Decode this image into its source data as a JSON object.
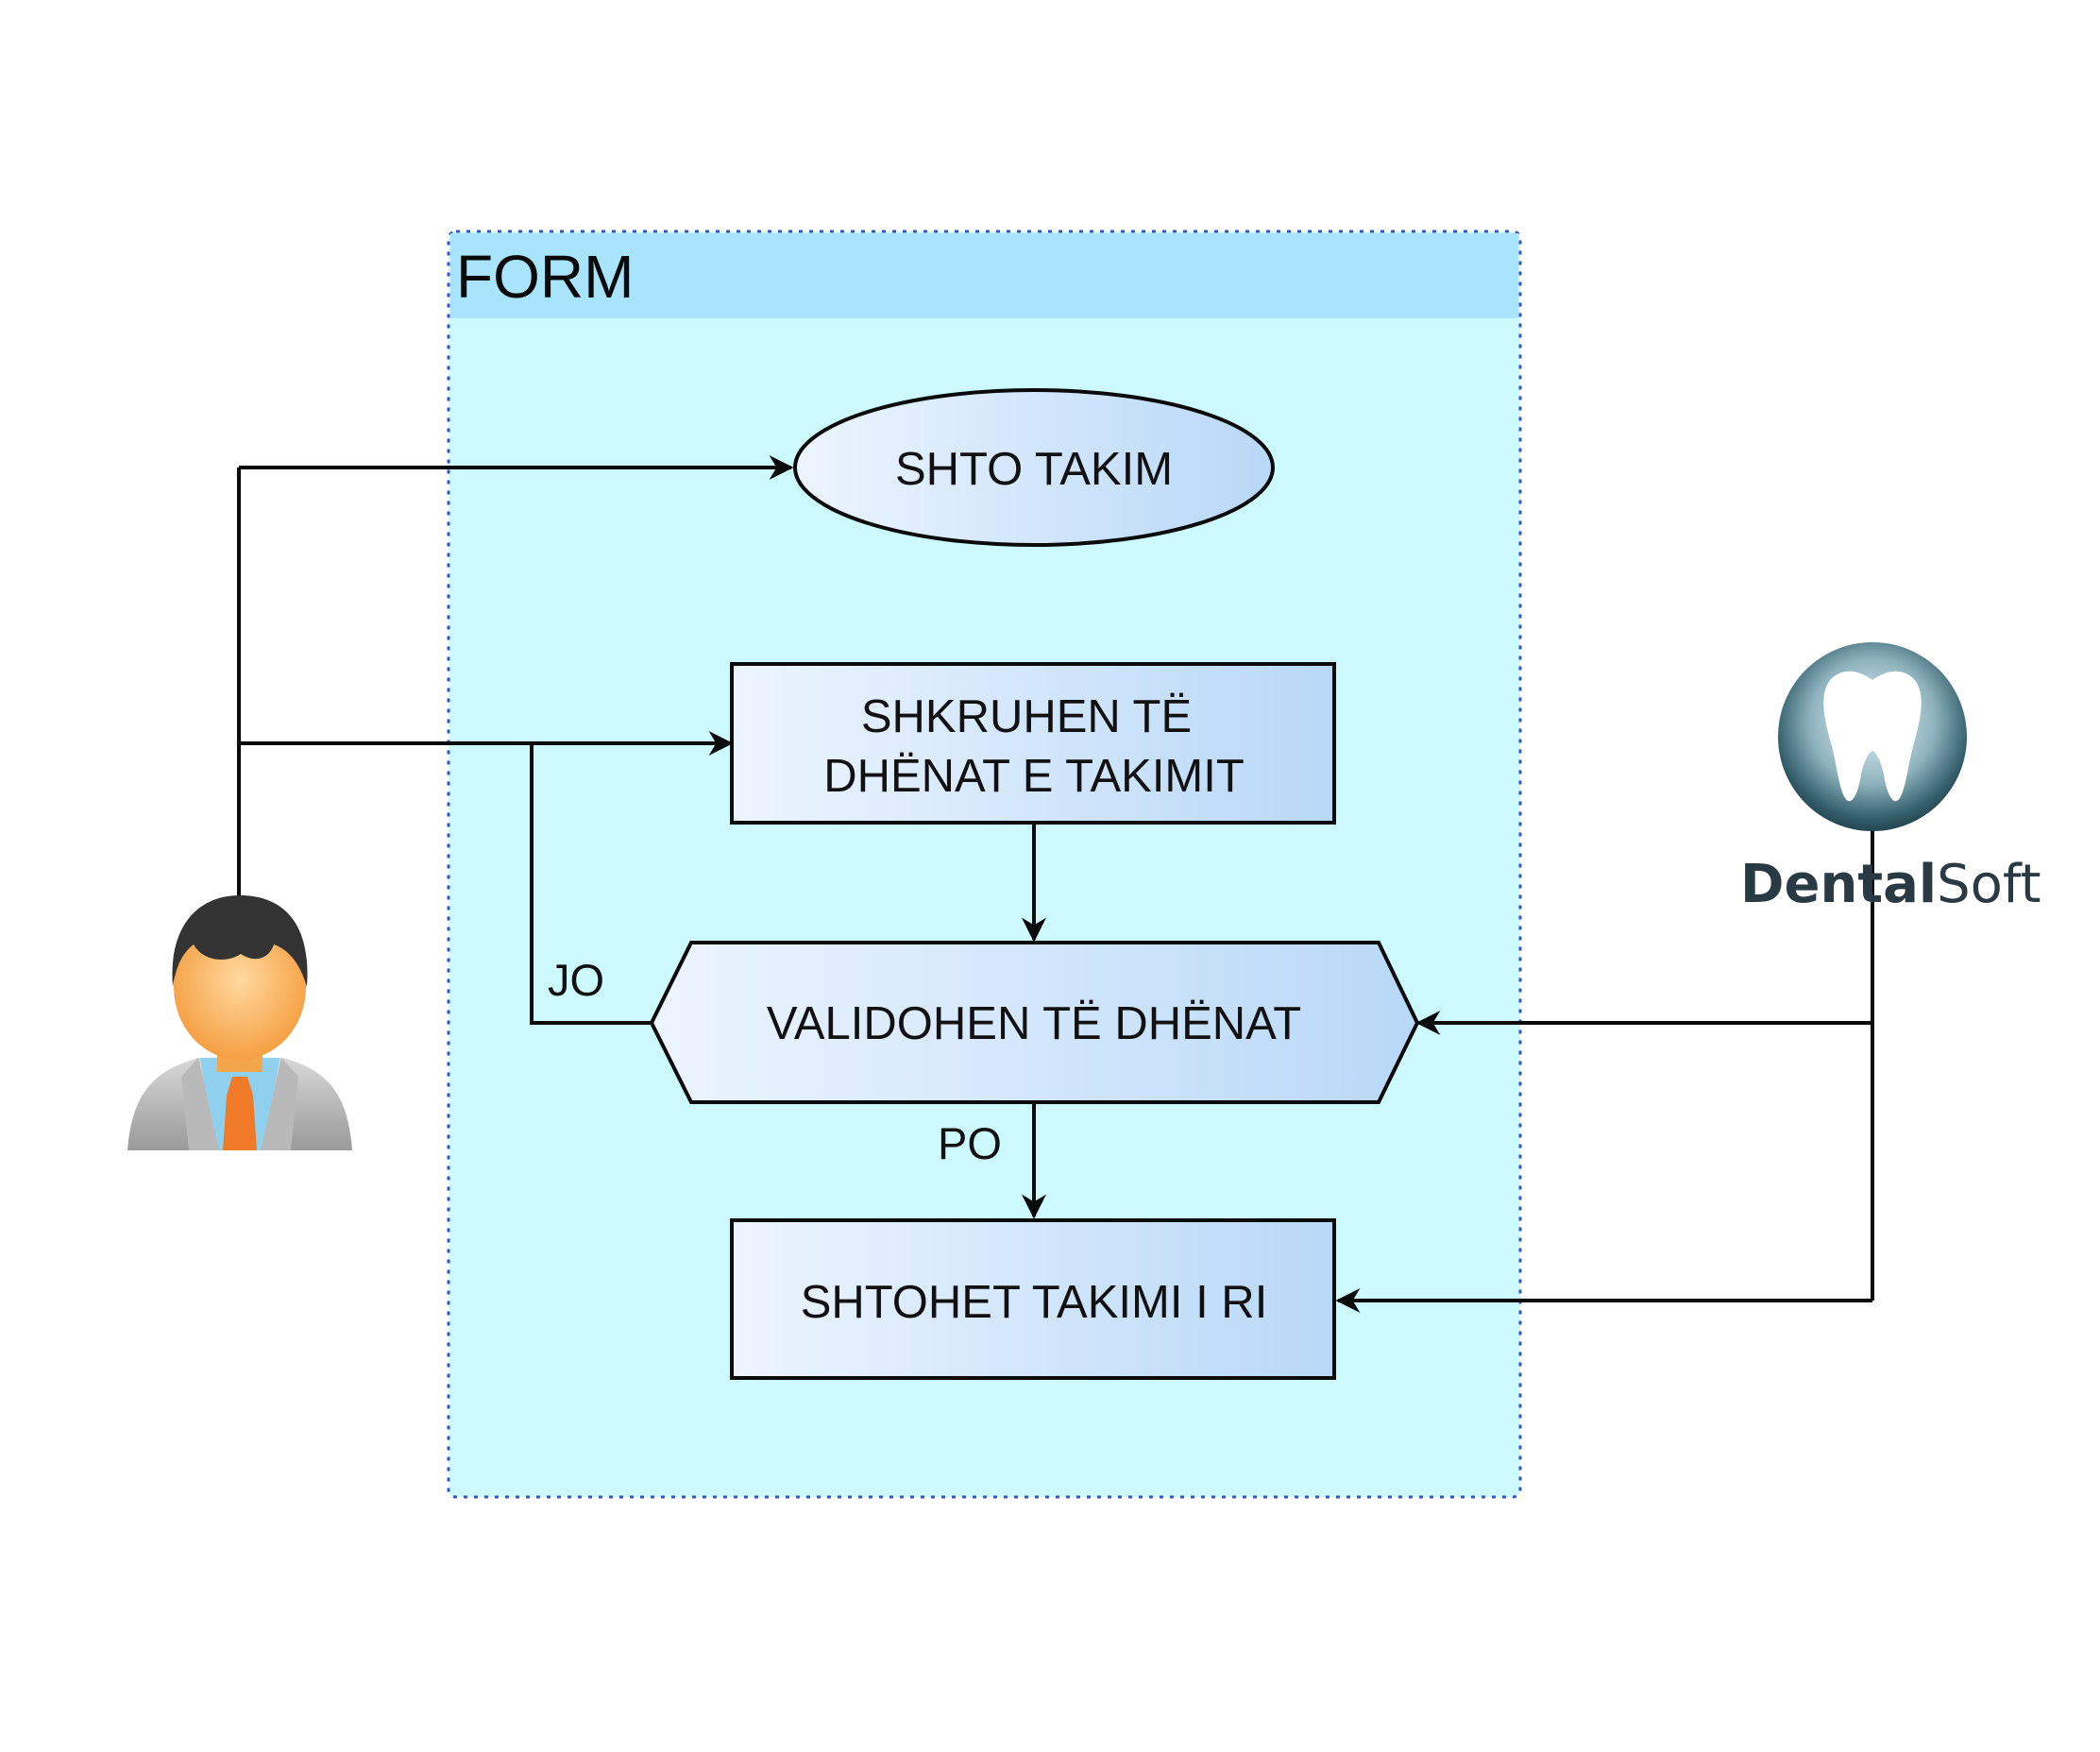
{
  "pool": {
    "title": "FORM"
  },
  "nodes": {
    "start": {
      "label": "SHTO TAKIM"
    },
    "enter_data": {
      "line1": "SHKRUHEN TË",
      "line2": "DHËNAT E TAKIMIT"
    },
    "validate": {
      "label": "VALIDOHEN TË DHËNAT"
    },
    "add_new": {
      "label": "SHTOHET TAKIMI I RI"
    }
  },
  "edges": {
    "no_label": "JO",
    "yes_label": "PO"
  },
  "actors": {
    "user": {
      "icon": "user-avatar-icon"
    },
    "system": {
      "icon": "tooth-logo-icon",
      "name_bold": "Dental",
      "name_light": "Soft"
    }
  },
  "colors": {
    "pool_fill": "#ccfaff",
    "pool_header": "#a8e4fb",
    "pool_border": "#3355cc",
    "node_gradient_start": "#edf5ff",
    "node_gradient_end": "#b8d8f8",
    "logo_text": "#2a3a44"
  }
}
